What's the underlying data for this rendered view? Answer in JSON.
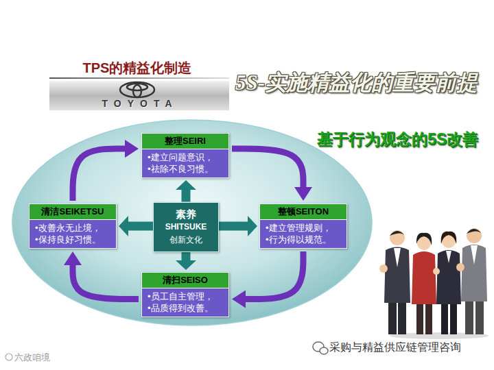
{
  "diagram": {
    "title": "TPS的精益化制造",
    "nodes": [
      {
        "text": [
          "整理SEIRI",
          "•建立问题意识， •祛除不良习惯。"
        ]
      },
      {
        "text": [
          "清洁SEIKETSU",
          "•改善永无止境， •保持良好习惯。"
        ]
      },
      {
        "text": [
          "素养",
          "SHITSUKE",
          "创新文化"
        ]
      },
      {
        "text": [
          "整顿SEITON",
          "•建立管理规则， •行为得以规范。"
        ]
      },
      {
        "text": [
          "清扫SEISO",
          "•员工自主管理， •品质得到改善。"
        ]
      }
    ],
    "edges": [
      {
        "from": 0,
        "to": 3,
        "arrow": "to"
      },
      {
        "from": 3,
        "to": 4,
        "arrow": "to"
      },
      {
        "from": 4,
        "to": 1,
        "arrow": "to"
      },
      {
        "from": 1,
        "to": 0,
        "arrow": "to"
      },
      {
        "from": 2,
        "to": 0,
        "arrow": "to"
      },
      {
        "from": 2,
        "to": 3,
        "arrow": "to"
      },
      {
        "from": 2,
        "to": 4,
        "arrow": "to"
      },
      {
        "from": 2,
        "to": 1,
        "arrow": "to"
      }
    ],
    "labels": [
      "TOYOTA",
      "5S-实施精益化的重要前提",
      "基于行为观念的5S改善",
      "采购与精益供应链管理咨询",
      "六政咱境"
    ]
  }
}
